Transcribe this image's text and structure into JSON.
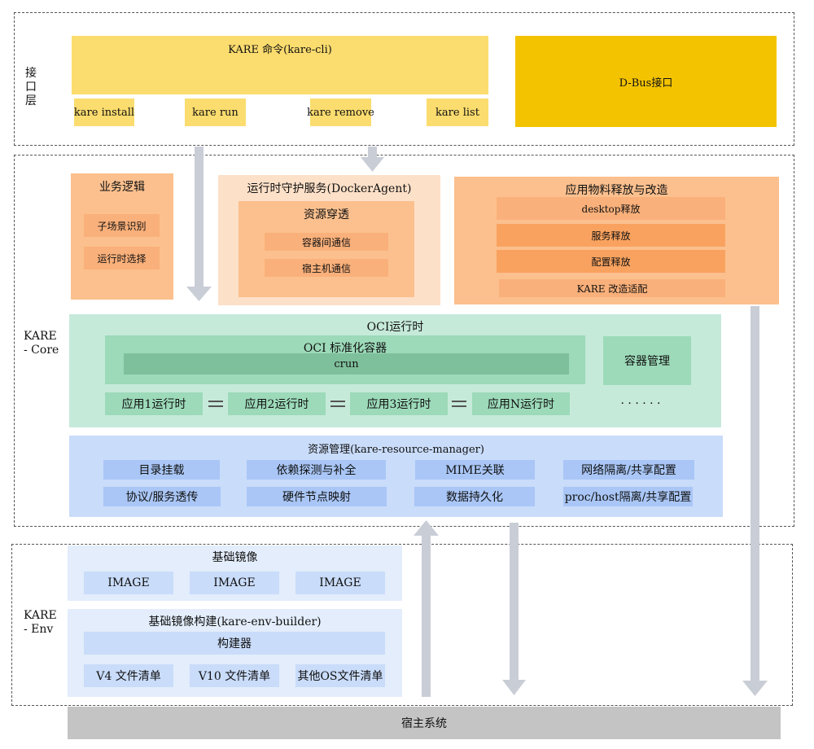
{
  "layers": {
    "interface": "接\n口\n层",
    "core": "KARE\n- Core",
    "env": "KARE\n- Env"
  },
  "cli": {
    "title": "KARE 命令(kare-cli)",
    "commands": [
      "kare install",
      "kare run",
      "kare remove",
      "kare list"
    ]
  },
  "dbus": "D-Bus接口",
  "business": {
    "title": "业务逻辑",
    "items": [
      "子场景识别",
      "运行时选择"
    ]
  },
  "daemon": {
    "title": "运行时守护服务(DockerAgent)",
    "inner_title": "资源穿透",
    "items": [
      "容器间通信",
      "宿主机通信"
    ]
  },
  "materials": {
    "title": "应用物料释放与改造",
    "items": [
      "desktop释放",
      "服务释放",
      "配置释放",
      "KARE 改造适配"
    ]
  },
  "oci": {
    "title": "OCI运行时",
    "container_title": "OCI 标准化容器",
    "crun": "crun",
    "mgmt": "容器管理",
    "runtimes": [
      "应用1运行时",
      "应用2运行时",
      "应用3运行时",
      "应用N运行时"
    ],
    "ellipsis": "· · · · · ·"
  },
  "resource": {
    "title": "资源管理(kare-resource-manager)",
    "items": [
      "目录挂载",
      "依赖探测与补全",
      "MIME关联",
      "网络隔离/共享配置",
      "协议/服务透传",
      "硬件节点映射",
      "数据持久化",
      "proc/host隔离/共享配置"
    ]
  },
  "base_image": {
    "title": "基础镜像",
    "images": [
      "IMAGE",
      "IMAGE",
      "IMAGE"
    ]
  },
  "env_builder": {
    "title": "基础镜像构建(kare-env-builder)",
    "builder": "构建器",
    "lists": [
      "V4 文件清单",
      "V10 文件清单",
      "其他OS文件清单"
    ]
  },
  "host": "宿主系统",
  "colors": {
    "yellow": "#fbdc6e",
    "yellow_dark": "#f3c300",
    "orange_light": "#fbc08e",
    "orange_pale": "#fde0c8",
    "orange_mid": "#fab07a",
    "orange_strong": "#f9a25f",
    "green_bg": "#c6eada",
    "green_mid": "#9cdab9",
    "green_dark": "#7fc09c",
    "blue_bg": "#c9dcfa",
    "blue_mid": "#a9c6f6",
    "env_bg": "#e3edfb",
    "arrow": "#c9cdd6",
    "host_bg": "#c4c4c4"
  }
}
